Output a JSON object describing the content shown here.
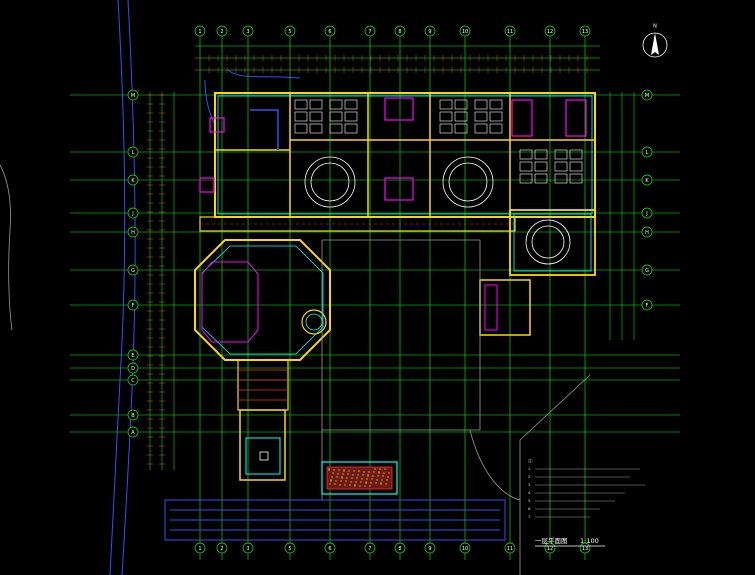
{
  "drawing": {
    "title": "一层平面图",
    "scale": "1:100",
    "north_marker": "N",
    "notes_header": "注:",
    "notes": [
      "1.",
      "2.",
      "3.",
      "4.",
      "5.",
      "6.",
      "7."
    ]
  },
  "grid_axes": {
    "top": [
      "1",
      "2",
      "3",
      "5",
      "6",
      "7",
      "8",
      "9",
      "10",
      "11",
      "12",
      "13"
    ],
    "left": [
      "M",
      "L",
      "K",
      "J",
      "H",
      "G",
      "F",
      "E",
      "D",
      "C",
      "B",
      "A"
    ]
  },
  "colors": {
    "background": "#000000",
    "grid_line": "#00ff00",
    "wall": "#ffd700",
    "window": "#00ffff",
    "stair": "#ff00ff",
    "dimension": "#ff2a2a",
    "furniture": "#ffffff",
    "site": "#3050ff"
  }
}
